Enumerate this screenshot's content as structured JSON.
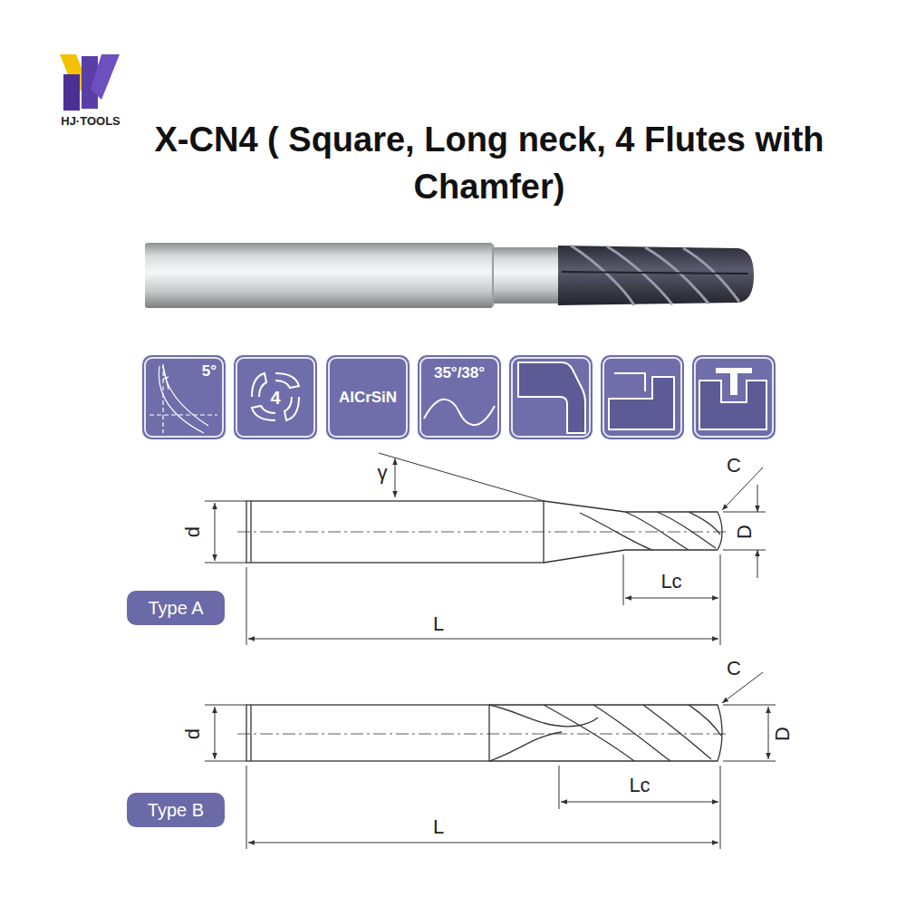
{
  "diagram": {
    "title": "X-CN4 ( Square, Long neck, 4 Flutes with Chamfer)",
    "nodes": [
      {
        "text": [
          "5°"
        ]
      },
      {
        "text": [
          "4"
        ]
      },
      {
        "text": [
          "AlCrSiN"
        ]
      },
      {
        "text": [
          "35°/38°"
        ]
      },
      {
        "text": [
          "Type A"
        ]
      },
      {
        "text": [
          "Type B"
        ]
      }
    ],
    "labels": [
      "HJ·TOOLS",
      "γ",
      "C",
      "d",
      "D",
      "Lc",
      "L",
      "C",
      "d",
      "D",
      "Lc",
      "L"
    ]
  }
}
